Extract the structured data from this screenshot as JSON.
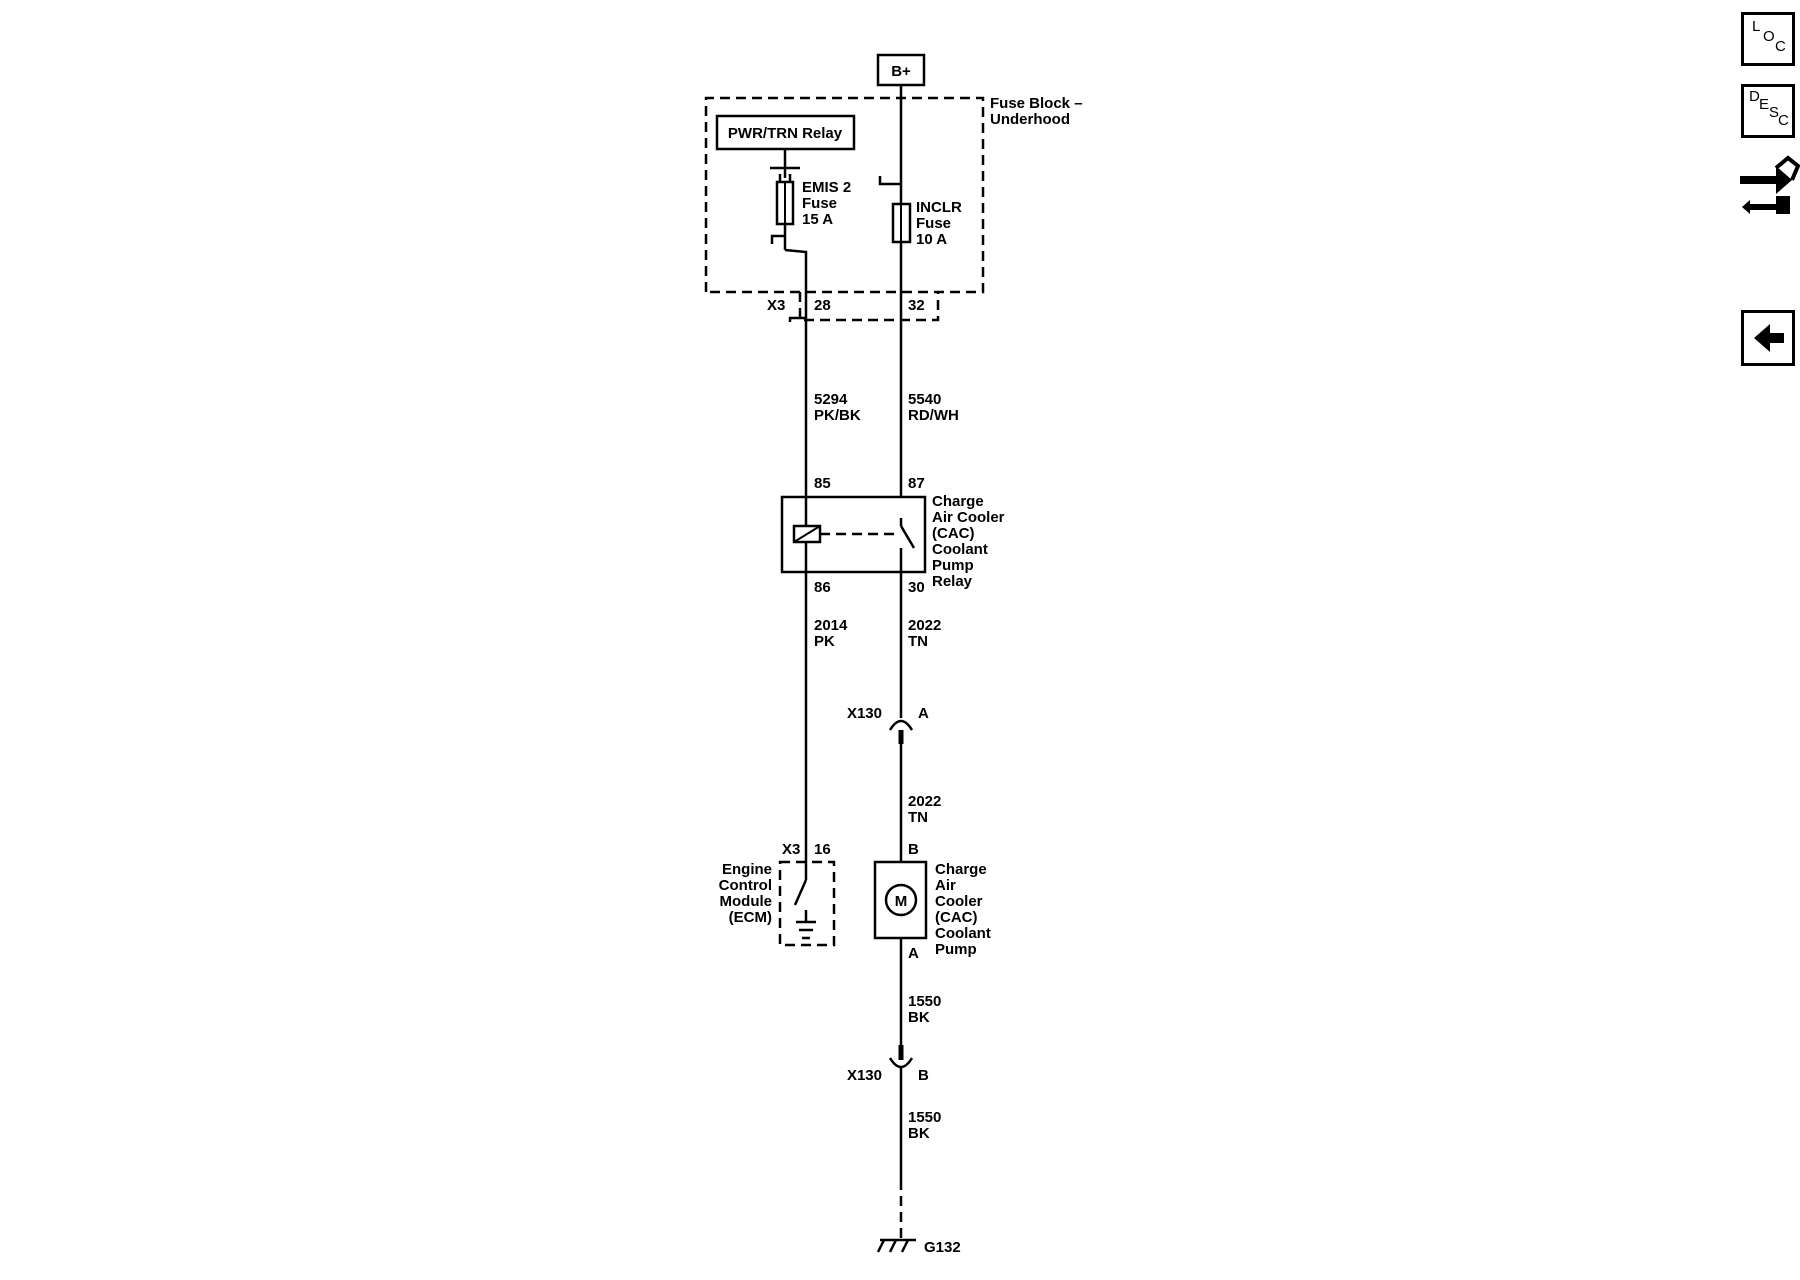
{
  "power": {
    "label": "B+"
  },
  "fuse_block": {
    "line1": "Fuse Block –",
    "line2": "Underhood"
  },
  "pwr_relay": {
    "label": "PWR/TRN Relay"
  },
  "emis_fuse": {
    "name": "EMIS 2",
    "type": "Fuse",
    "rating": "15 A"
  },
  "inclr_fuse": {
    "name": "INCLR",
    "type": "Fuse",
    "rating": "10 A"
  },
  "fuse_block_pins": {
    "connector": "X3",
    "left_pin": "28",
    "right_pin": "32"
  },
  "wire_5294": {
    "circuit": "5294",
    "color": "PK/BK"
  },
  "wire_5540": {
    "circuit": "5540",
    "color": "RD/WH"
  },
  "cac_relay": {
    "pins": {
      "p85": "85",
      "p87": "87",
      "p86": "86",
      "p30": "30"
    },
    "label_lines": [
      "Charge",
      "Air Cooler",
      "(CAC)",
      "Coolant",
      "Pump",
      "Relay"
    ]
  },
  "wire_2014": {
    "circuit": "2014",
    "color": "PK"
  },
  "wire_2022_upper": {
    "circuit": "2022",
    "color": "TN"
  },
  "x130_a": {
    "connector": "X130",
    "pin": "A"
  },
  "wire_2022_lower": {
    "circuit": "2022",
    "color": "TN"
  },
  "ecm": {
    "connector": "X3",
    "pin": "16",
    "label_lines": [
      "Engine",
      "Control",
      "Module",
      "(ECM)"
    ]
  },
  "pump": {
    "symbol": "M",
    "pin_top": "B",
    "pin_bottom": "A",
    "label_lines": [
      "Charge",
      "Air",
      "Cooler",
      "(CAC)",
      "Coolant",
      "Pump"
    ]
  },
  "wire_1550_upper": {
    "circuit": "1550",
    "color": "BK"
  },
  "x130_b": {
    "connector": "X130",
    "pin": "B"
  },
  "wire_1550_lower": {
    "circuit": "1550",
    "color": "BK"
  },
  "ground": {
    "label": "G132"
  },
  "sidebar": {
    "loc": {
      "l": "L",
      "o": "O",
      "c": "C"
    },
    "desc": {
      "d": "D",
      "e": "E",
      "s": "S",
      "c": "C"
    },
    "nav_icon": "connector-swap-icon",
    "back_icon": "left-arrow-icon"
  }
}
